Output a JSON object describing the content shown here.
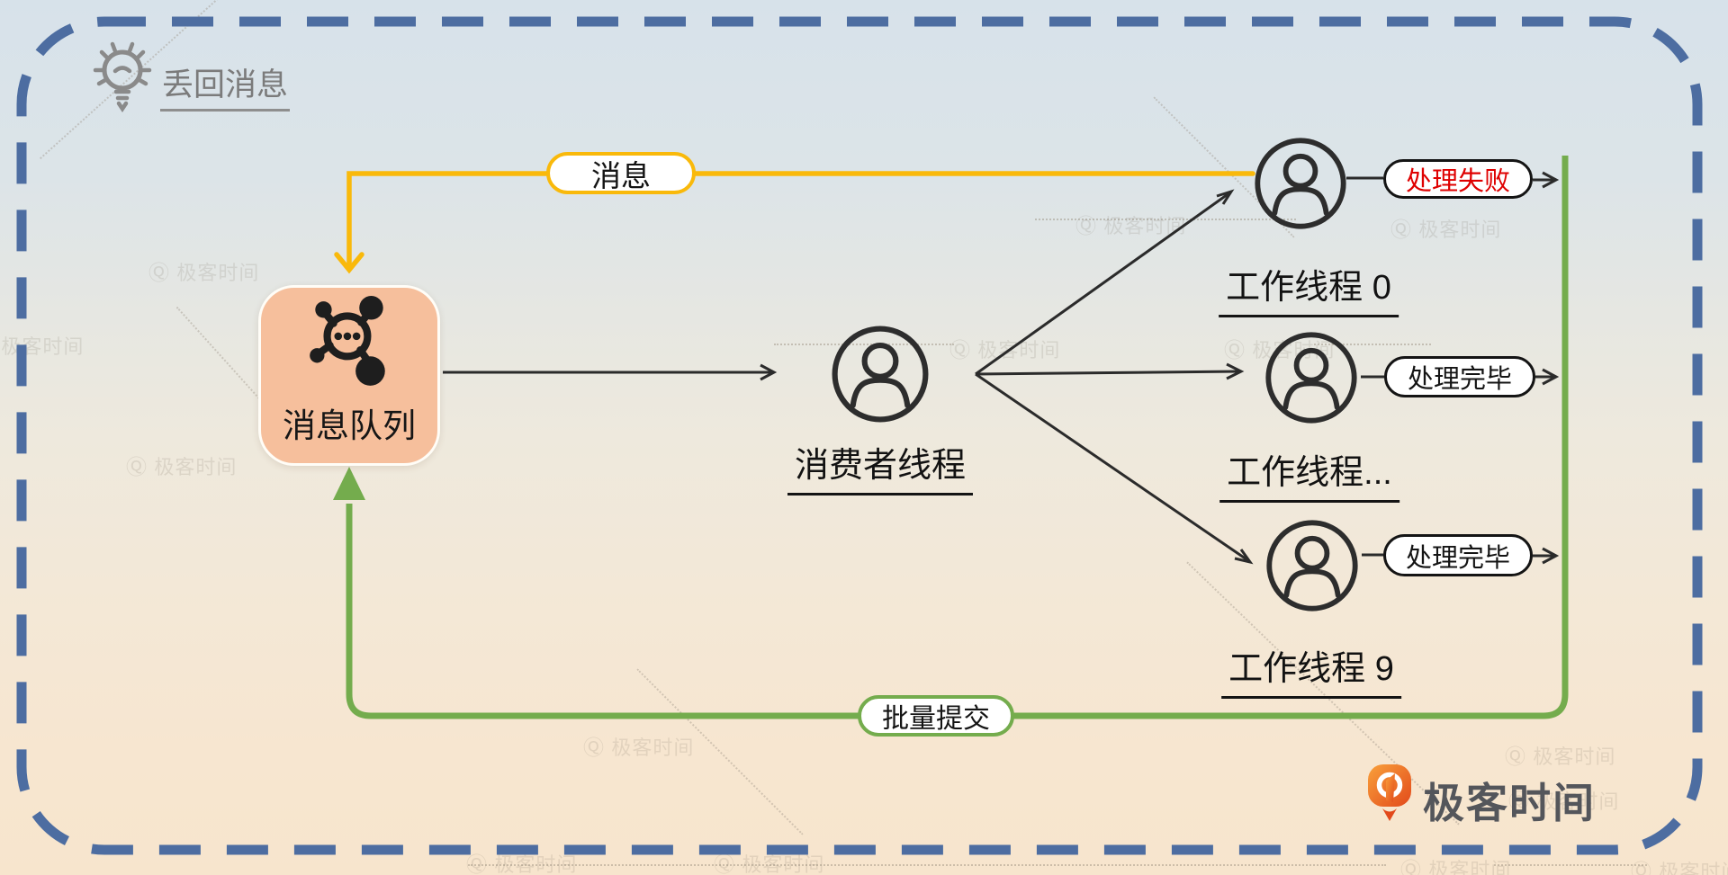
{
  "note": {
    "label": "丢回消息"
  },
  "queue": {
    "label": "消息队列"
  },
  "consumer": {
    "label": "消费者线程"
  },
  "workers": [
    {
      "label": "工作线程 0",
      "status": "处理失败"
    },
    {
      "label": "工作线程...",
      "status": "处理完毕"
    },
    {
      "label": "工作线程 9",
      "status": "处理完毕"
    }
  ],
  "edges": {
    "message": "消息",
    "batch_commit": "批量提交"
  },
  "brand": {
    "name": "极客时间"
  },
  "watermark": {
    "text": "极客时间"
  },
  "colors": {
    "border_blue": "#4d6da1",
    "edge_yellow": "#f9b90b",
    "edge_green": "#74ac4d",
    "status_fail_red": "#df0000",
    "queue_fill": "#f6bf9c",
    "logo_orange": "#ed6a1e"
  }
}
